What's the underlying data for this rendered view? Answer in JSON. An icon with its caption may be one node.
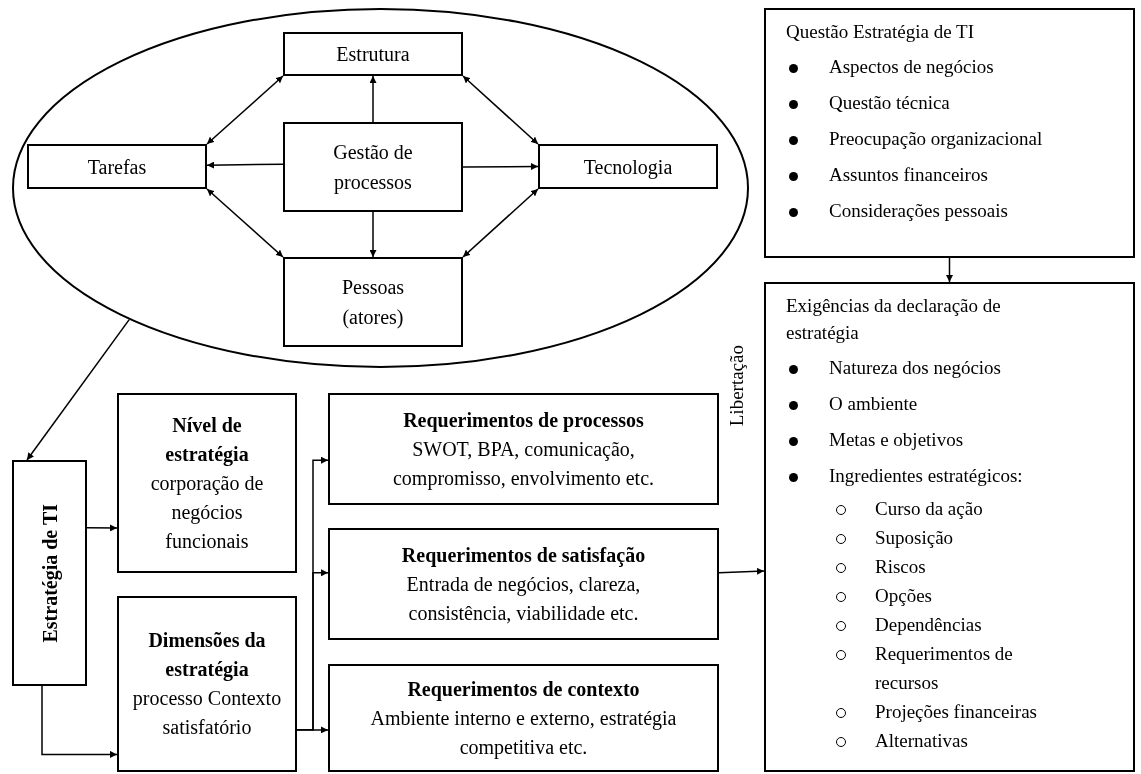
{
  "diagram": {
    "nodes": [
      {
        "text": [],
        "shape": "ellipse"
      },
      {
        "text": [
          "Estrutura"
        ],
        "in": 0
      },
      {
        "text": [
          "Tarefas"
        ],
        "in": 0
      },
      {
        "text": [
          "Gestão de processos"
        ],
        "in": 0
      },
      {
        "text": [
          "Tecnologia"
        ],
        "in": 0
      },
      {
        "text": [
          "Pessoas (atores)"
        ],
        "in": 0
      },
      {
        "text": [
          "Estratégia de TI"
        ]
      },
      {
        "text": [
          "Nível de estratégia",
          "corporação de negócios funcionais"
        ]
      },
      {
        "text": [
          "Dimensões da estratégia",
          "processo Contexto satisfatório"
        ]
      },
      {
        "text": [
          "Requerimentos de processos",
          "SWOT, BPA, comunicação, compromisso, envolvimento etc."
        ]
      },
      {
        "text": [
          "Requerimentos de satisfação",
          "Entrada de negócios, clareza, consistência, viabilidade etc."
        ]
      },
      {
        "text": [
          "Requerimentos de contexto",
          "Ambiente interno e externo, estratégia competitiva etc."
        ]
      },
      {
        "text": [
          "Questão Estratégia de TI",
          "Aspectos de negócios",
          "Questão técnica",
          "Preocupação organizacional",
          "Assuntos financeiros",
          "Considerações pessoais"
        ]
      },
      {
        "text": [
          "Exigências da declaração de estratégia",
          "Natureza dos negócios",
          "O ambiente",
          "Metas e objetivos",
          "Ingredientes estratégicos:",
          "Curso da ação",
          "Suposição",
          "Riscos",
          "Opções",
          "Dependências",
          "Requerimentos de recursos",
          "Projeções financeiras",
          "Alternativas"
        ]
      }
    ],
    "edges": [
      {
        "from": 3,
        "to": 1,
        "arrow": "to"
      },
      {
        "from": 3,
        "to": 2,
        "arrow": "to"
      },
      {
        "from": 3,
        "to": 4,
        "arrow": "to"
      },
      {
        "from": 3,
        "to": 5,
        "arrow": "to"
      },
      {
        "from": 1,
        "to": 2,
        "arrow": "both"
      },
      {
        "from": 1,
        "to": 4,
        "arrow": "both"
      },
      {
        "from": 2,
        "to": 5,
        "arrow": "both"
      },
      {
        "from": 4,
        "to": 5,
        "arrow": "both"
      },
      {
        "from": 0,
        "to": 6,
        "arrow": "to"
      },
      {
        "from": 6,
        "to": 7,
        "arrow": "to"
      },
      {
        "from": 6,
        "to": 8,
        "arrow": "to"
      },
      {
        "from": 8,
        "to": 9,
        "arrow": "to"
      },
      {
        "from": 8,
        "to": 10,
        "arrow": "to"
      },
      {
        "from": 8,
        "to": 11,
        "arrow": "to"
      },
      {
        "from": 10,
        "to": 13,
        "arrow": "to"
      },
      {
        "from": 12,
        "to": 13,
        "arrow": "to"
      }
    ],
    "labels": [
      "Libertação"
    ]
  }
}
